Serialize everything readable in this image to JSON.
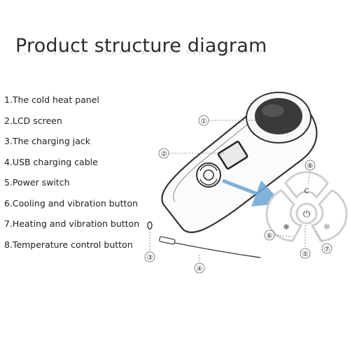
{
  "title": "Product structure diagram",
  "parts": [
    "1.The cold heat panel",
    "2.LCD screen",
    "3.The charging jack",
    "4.USB charging cable",
    "5.Power switch",
    "6.Cooling and vibration button",
    "7.Heating and vibration button",
    "8.Temperature control button"
  ],
  "callouts": {
    "c1": "①",
    "c2": "②",
    "c3": "③",
    "c4": "④",
    "c5": "⑤",
    "c6": "⑥",
    "c7": "⑦",
    "c8": "⑧"
  },
  "buttons": {
    "celsius": "C",
    "cooling": "❄",
    "heating": "☼",
    "power": "⏻"
  },
  "colors": {
    "arrow": "#6aa6d6",
    "outline": "#333333",
    "button_ring": "#cfcfcf"
  }
}
